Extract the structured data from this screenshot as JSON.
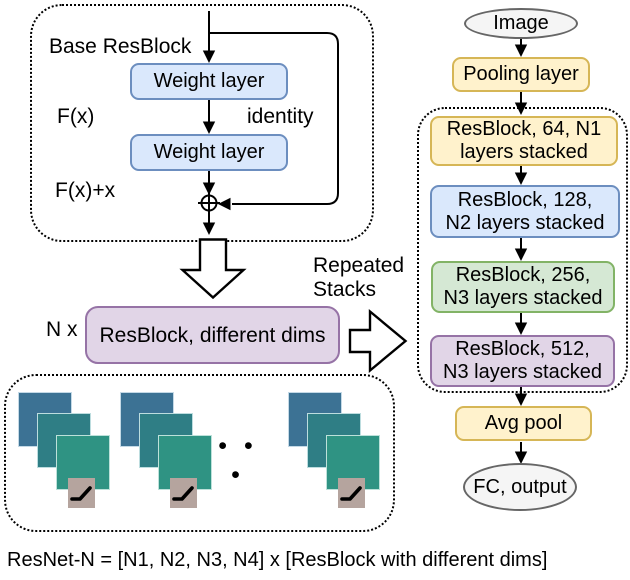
{
  "base_block": {
    "title": "Base ResBlock",
    "weight_layer_1": "Weight layer",
    "weight_layer_2": "Weight layer",
    "fx": "F(x)",
    "identity": "identity",
    "fx_plus_x": "F(x)+x"
  },
  "middle": {
    "multiplier": "N x",
    "resblock": "ResBlock, different dims",
    "repeated_line1": "Repeated",
    "repeated_line2": "Stacks"
  },
  "stacks": {
    "ellipsis": "• • •"
  },
  "pipeline": {
    "input": "Image",
    "pooling": "Pooling layer",
    "blocks": [
      {
        "line1": "ResBlock, 64, N1",
        "line2": "layers stacked"
      },
      {
        "line1": "ResBlock, 128,",
        "line2": "N2 layers stacked"
      },
      {
        "line1": "ResBlock, 256,",
        "line2": "N3 layers stacked"
      },
      {
        "line1": "ResBlock, 512,",
        "line2": "N3 layers stacked"
      }
    ],
    "avg_pool": "Avg pool",
    "output": "FC, output"
  },
  "caption": "ResNet-N = [N1, N2, N3, N4] x [ResBlock with different dims]",
  "colors": {
    "yellow_fill": "#fff2cc",
    "yellow_border": "#d6b656",
    "blue_fill": "#dae8fc",
    "blue_border": "#6c8ebf",
    "green_fill": "#d5e8d4",
    "green_border": "#82b366",
    "purple_fill": "#e1d5e7",
    "purple_border": "#9673a6",
    "oval_fill": "#f5f5f5",
    "oval_border": "#666666",
    "stack_back": "#3c7294",
    "stack_mid": "#2f7e85",
    "stack_front": "#2f9383",
    "relu_tile": "#b5a49e"
  }
}
